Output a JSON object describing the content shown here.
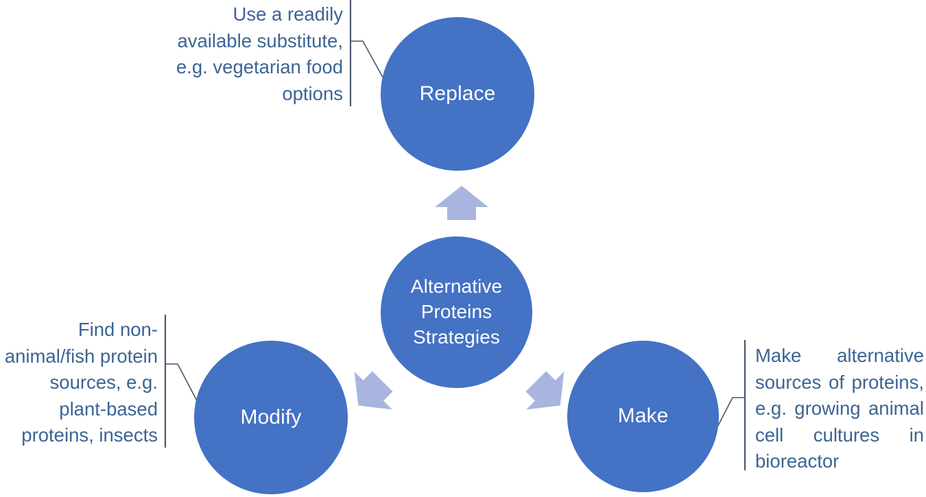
{
  "diagram": {
    "title": "Alternative Proteins Strategies",
    "type": "hub-and-spoke",
    "colors": {
      "node_fill": "#4472C4",
      "node_text": "#FFFFFF",
      "callout_text": "#3C6494",
      "arrow_fill": "#A9B5DF",
      "connector_line": "#44546A",
      "background": "#FFFFFF"
    },
    "center": {
      "label_line1": "Alternative",
      "label_line2": "Proteins",
      "label_line3": "Strategies"
    },
    "nodes": [
      {
        "id": "replace",
        "label": "Replace",
        "callout": "Use a readily available substitute, e.g. vegetarian food options",
        "arrow_direction": "up"
      },
      {
        "id": "modify",
        "label": "Modify",
        "callout": "Find non-animal/fish protein sources, e.g. plant-based proteins, insects",
        "arrow_direction": "down-left"
      },
      {
        "id": "make",
        "label": "Make",
        "callout": "Make alternative sources of proteins, e.g. growing animal cell cultures in bioreactor",
        "arrow_direction": "down-right"
      }
    ]
  }
}
